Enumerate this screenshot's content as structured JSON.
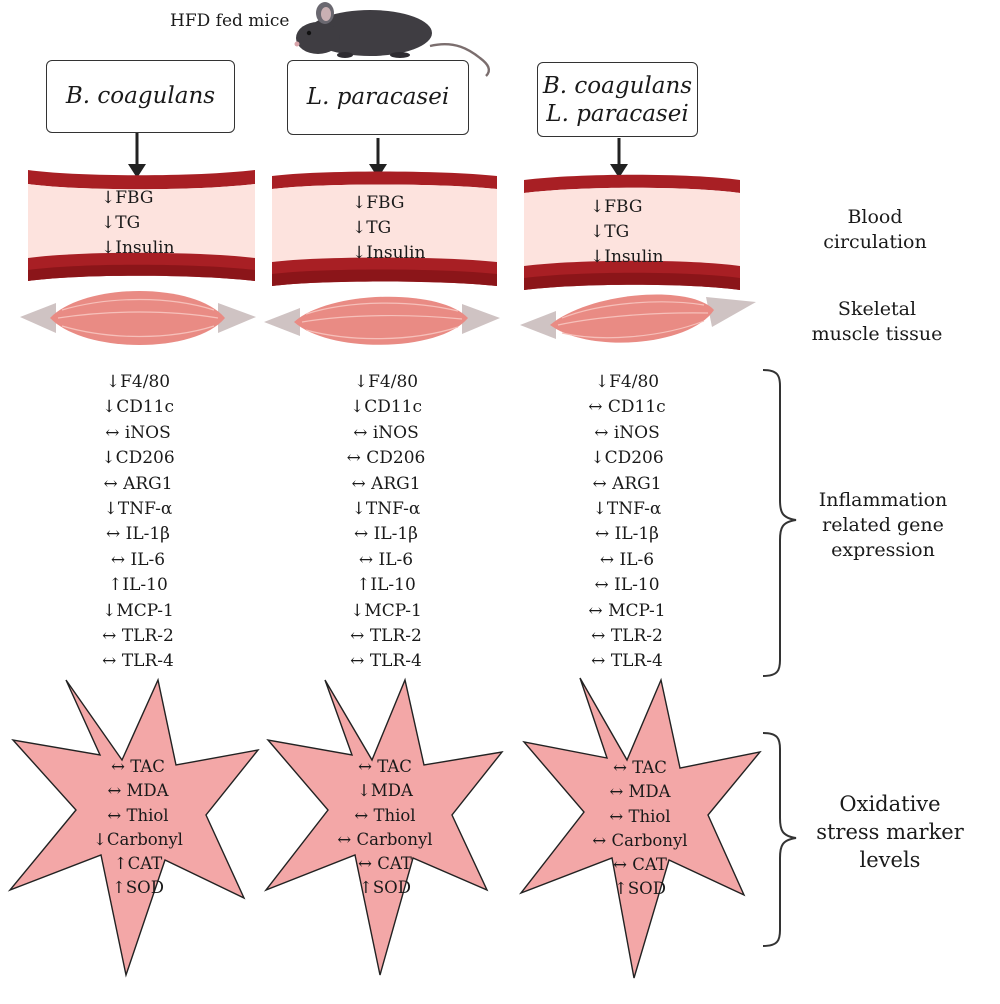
{
  "top_label": "HFD fed mice",
  "palette": {
    "vessel_dark": "#a81f24",
    "vessel_light": "#fde3de",
    "muscle": "#e98b84",
    "star_fill": "#f3a7a7",
    "line": "#333333"
  },
  "columns": [
    {
      "box_lines": [
        "B. coagulans"
      ],
      "blood": [
        "↓FBG",
        "↓TG",
        "↓Insulin"
      ],
      "genes": [
        "↓F4/80",
        "↓CD11c",
        "↔ iNOS",
        "↓CD206",
        "↔ ARG1",
        "↓TNF-α",
        "↔ IL-1β",
        "↔ IL-6",
        "↑IL-10",
        "↓MCP-1",
        "↔ TLR-2",
        "↔ TLR-4"
      ],
      "stress": [
        "↔ TAC",
        "↔ MDA",
        "↔ Thiol",
        "↓Carbonyl",
        "↑CAT",
        "↑SOD"
      ]
    },
    {
      "box_lines": [
        "L. paracasei"
      ],
      "blood": [
        "↓FBG",
        "↓TG",
        "↓Insulin"
      ],
      "genes": [
        "↓F4/80",
        "↓CD11c",
        "↔ iNOS",
        "↔ CD206",
        "↔ ARG1",
        "↓TNF-α",
        "↔ IL-1β",
        "↔ IL-6",
        "↑IL-10",
        "↓MCP-1",
        "↔ TLR-2",
        "↔ TLR-4"
      ],
      "stress": [
        "↔ TAC",
        "↓MDA",
        "↔ Thiol",
        "↔ Carbonyl",
        "↔ CAT",
        "↑SOD"
      ]
    },
    {
      "box_lines": [
        "B. coagulans",
        "L. paracasei"
      ],
      "blood": [
        "↓FBG",
        "↓TG",
        "↓Insulin"
      ],
      "genes": [
        "↓F4/80",
        "↔ CD11c",
        "↔ iNOS",
        "↓CD206",
        "↔ ARG1",
        "↓TNF-α",
        "↔ IL-1β",
        "↔ IL-6",
        "↔ IL-10",
        "↔ MCP-1",
        "↔ TLR-2",
        "↔ TLR-4"
      ],
      "stress": [
        "↔ TAC",
        "↔ MDA",
        "↔ Thiol",
        "↔ Carbonyl",
        "↔ CAT",
        "↑SOD"
      ]
    }
  ],
  "side_labels": {
    "blood": [
      "Blood",
      "circulation"
    ],
    "muscle": [
      "Skeletal",
      "muscle tissue"
    ],
    "inflammation": [
      "Inflammation",
      "related gene",
      "expression"
    ],
    "oxidative": [
      "Oxidative",
      "stress marker",
      "levels"
    ]
  }
}
